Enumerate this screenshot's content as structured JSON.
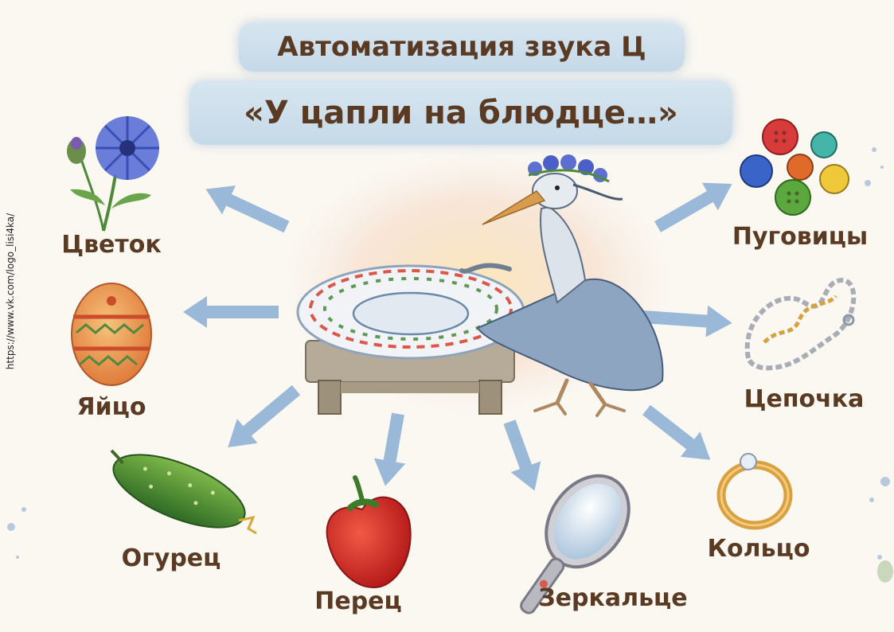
{
  "header": {
    "title": "Автоматизация звука Ц",
    "subtitle": "«У цапли на блюдце…»"
  },
  "side_link": "https://www.vk.com/logo_lisi4ka/",
  "items": {
    "flower": "Цветок",
    "egg": "Яйцо",
    "cucumber": "Огурец",
    "pepper": "Перец",
    "mirror": "Зеркальце",
    "ring": "Кольцо",
    "chain": "Цепочка",
    "buttons": "Пуговицы"
  },
  "colors": {
    "text": "#5a3a22",
    "banner": "#c9dcea",
    "arrow": "#8fb0d4"
  }
}
